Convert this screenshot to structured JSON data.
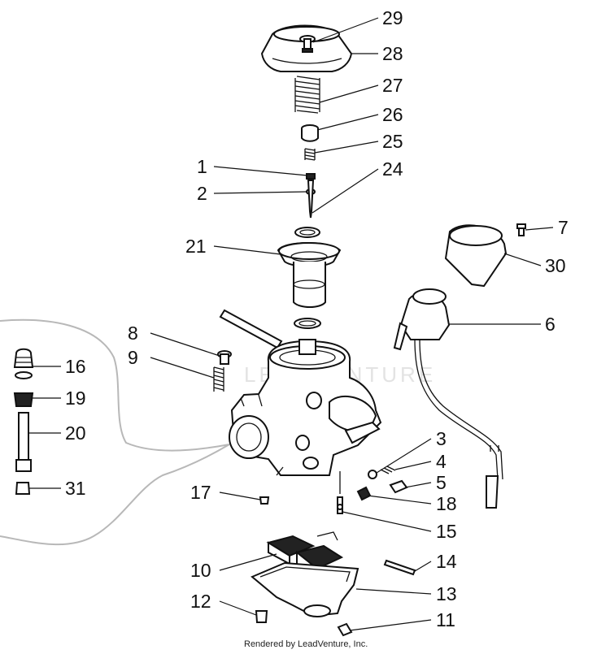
{
  "watermark": "LEADVENTURE",
  "credit": "Rendered by LeadVenture, Inc.",
  "labels": {
    "p1": "1",
    "p2": "2",
    "p3": "3",
    "p4": "4",
    "p5": "5",
    "p6": "6",
    "p7": "7",
    "p8": "8",
    "p9": "9",
    "p10": "10",
    "p11": "11",
    "p12": "12",
    "p13": "13",
    "p14": "14",
    "p15": "15",
    "p16": "16",
    "p17": "17",
    "p18": "18",
    "p19": "19",
    "p20": "20",
    "p21": "21",
    "p24": "24",
    "p25": "25",
    "p26": "26",
    "p27": "27",
    "p28": "28",
    "p29": "29",
    "p30": "30",
    "p31": "31"
  }
}
